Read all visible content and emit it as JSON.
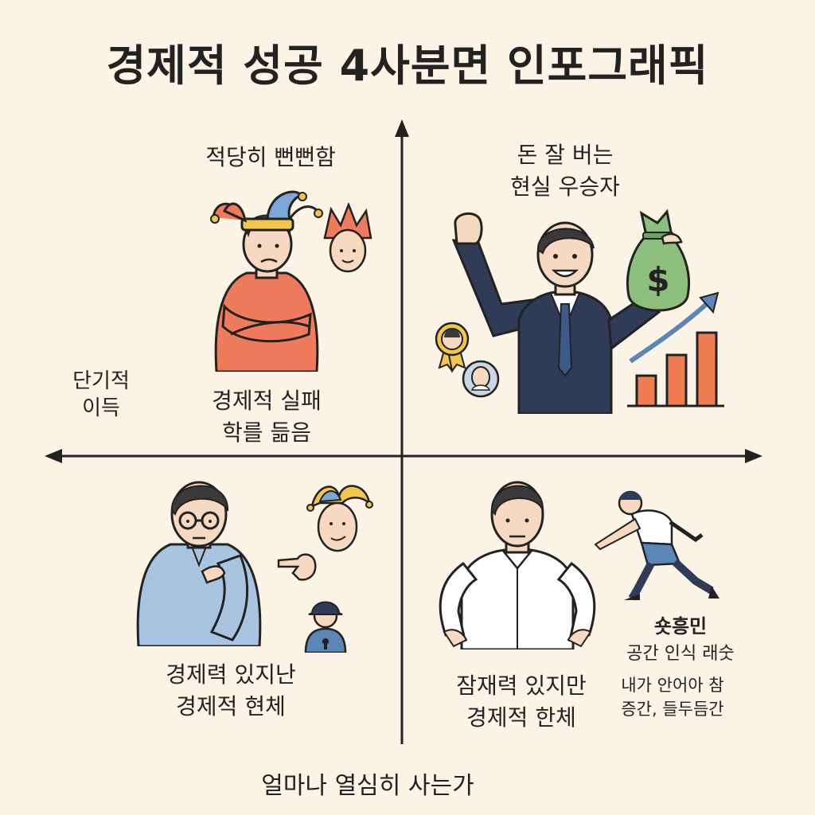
{
  "title": "경제적 성공 4사분면 인포그래픽",
  "axes": {
    "x_label": "얼마나 열심히 사는가",
    "x_left_label": "단기적\n이득"
  },
  "quadrants": {
    "top_left": {
      "label": "적당히 뻔뻔함",
      "sub_label": "경제적 실패\n학를 듦음"
    },
    "top_right": {
      "label": "돈 잘 버는\n현실 우승자"
    },
    "bottom_left": {
      "label": "경제력 있지난\n경제적 현체"
    },
    "bottom_right": {
      "label": "잠재력 있지만\n경제적 한체",
      "note_title": "숏흥민",
      "note_line1": "공간 인식 래숫",
      "note_line2": "내가 안어아 참\n증간, 들두듬간"
    }
  },
  "colors": {
    "background": "#fbf4e6",
    "bars": "#f07c52",
    "money_bag": "#8cbf7d",
    "suit": "#2f3b57",
    "jester_red": "#ef7a5c",
    "shirt_blue": "#a9c4e0",
    "arrow_blue": "#5a86b8"
  },
  "icons": [
    "jester-icon",
    "money-bag-icon",
    "growth-chart-icon",
    "arrow-icon",
    "medal-icon",
    "coin-portrait-icon",
    "pointing-hand-icon",
    "soccer-player-icon"
  ]
}
